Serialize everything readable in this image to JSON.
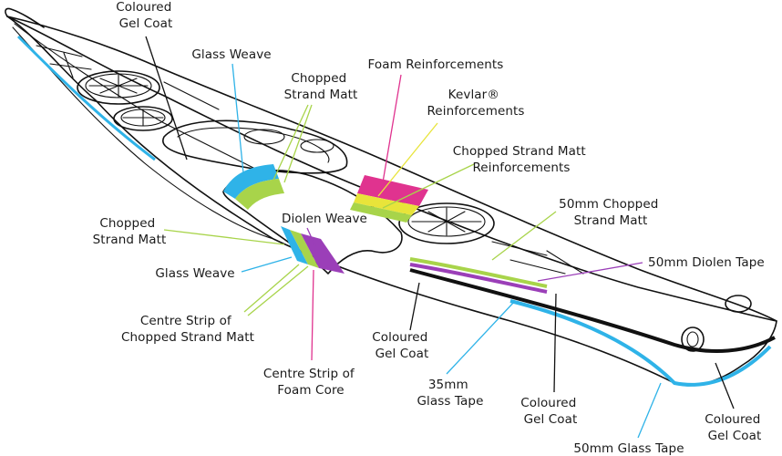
{
  "diagram": {
    "colors": {
      "ink": "#111111",
      "glass": "#2fb3e8",
      "chopped": "#a8d44a",
      "foam": "#e0338f",
      "kevlar": "#e8e43a",
      "diolen": "#9b3fb8",
      "gel": "#111111"
    },
    "labels": {
      "coloured_gel_coat_top": [
        "Coloured",
        "Gel Coat"
      ],
      "glass_weave_top": [
        "Glass Weave"
      ],
      "chopped_strand_matt_top": [
        "Chopped",
        "Strand Matt"
      ],
      "foam_reinforcements": [
        "Foam Reinforcements"
      ],
      "kevlar_reinforcements": [
        "Kevlar®",
        "Reinforcements"
      ],
      "chopped_strand_matt_reinforcements": [
        "Chopped Strand Matt",
        "Reinforcements"
      ],
      "fifty_mm_chopped_strand_matt": [
        "50mm Chopped",
        "Strand Matt"
      ],
      "fifty_mm_diolen_tape": [
        "50mm Diolen Tape"
      ],
      "diolen_weave": [
        "Diolen Weave"
      ],
      "chopped_strand_matt_left": [
        "Chopped",
        "Strand Matt"
      ],
      "glass_weave_left": [
        "Glass Weave"
      ],
      "centre_strip_chopped": [
        "Centre Strip of",
        "Chopped Strand Matt"
      ],
      "coloured_gel_coat_mid": [
        "Coloured",
        "Gel Coat"
      ],
      "centre_strip_foam": [
        "Centre Strip of",
        "Foam Core"
      ],
      "thirty_five_mm_glass_tape": [
        "35mm",
        "Glass Tape"
      ],
      "coloured_gel_coat_bottom": [
        "Coloured",
        "Gel Coat"
      ],
      "coloured_gel_coat_right": [
        "Coloured",
        "Gel Coat"
      ],
      "fifty_mm_glass_tape": [
        "50mm Glass Tape"
      ]
    }
  }
}
